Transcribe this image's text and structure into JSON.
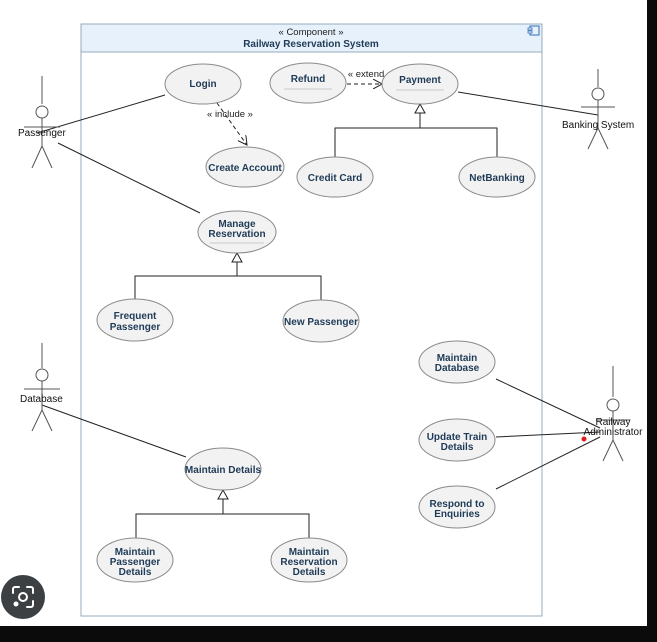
{
  "component": {
    "stereotype": "« Component »",
    "title": "Railway Reservation System"
  },
  "actors": {
    "passenger": "Passenger",
    "banking": "Banking System",
    "database": "Database",
    "admin_line1": "Railway",
    "admin_line2": "Administrator"
  },
  "use_cases": {
    "login": "Login",
    "refund": "Refund",
    "payment": "Payment",
    "create_account": "Create Account",
    "credit_card": "Credit Card",
    "netbanking": "NetBanking",
    "manage_reservation": [
      "Manage",
      "Reservation"
    ],
    "frequent_passenger": [
      "Frequent",
      "Passenger"
    ],
    "new_passenger": "New Passenger",
    "maintain_database": [
      "Maintain",
      "Database"
    ],
    "update_train_details": [
      "Update Train",
      "Details"
    ],
    "respond_to_enquiries": [
      "Respond to",
      "Enquiries"
    ],
    "maintain_details": "Maintain Details",
    "maintain_passenger_details": [
      "Maintain",
      "Passenger",
      "Details"
    ],
    "maintain_reservation_details": [
      "Maintain",
      "Reservation",
      "Details"
    ]
  },
  "relations": {
    "include": "« include »",
    "extend": "« extend »"
  },
  "colors": {
    "header_bg": "#e7f1fb",
    "usecase_fill": "#f2f2f2",
    "label_color": "#1f3b57"
  }
}
